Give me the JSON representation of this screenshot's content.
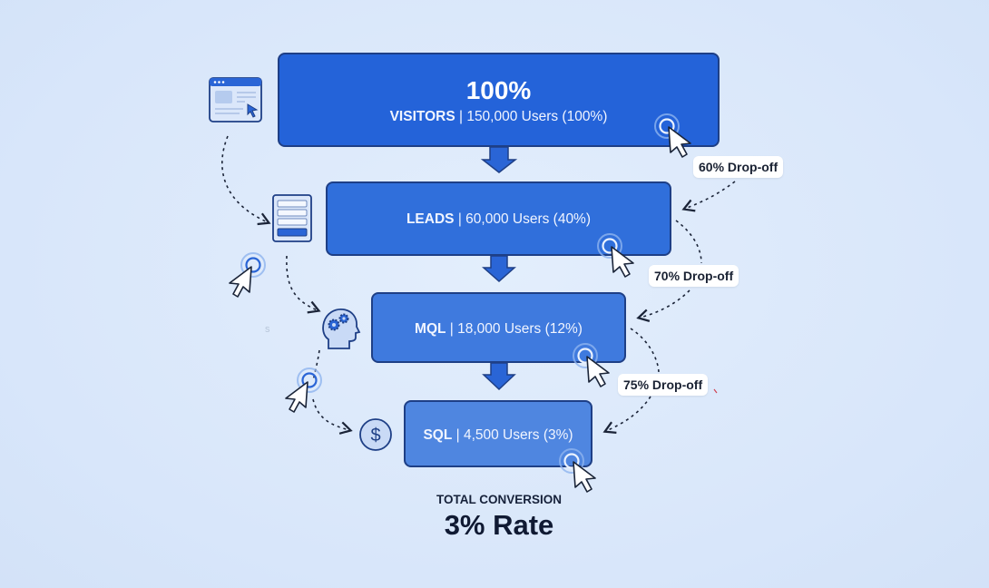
{
  "colors": {
    "background": "#dce9fb",
    "stage_visitors": "#2463d9",
    "stage_leads": "#306fdb",
    "stage_mql": "#3f7ade",
    "stage_sql": "#4f86e0",
    "border": "#1e3f86",
    "text_dark": "#101a33"
  },
  "funnel": {
    "stages": [
      {
        "headline": "100%",
        "name": "VISITORS",
        "detail": "| 150,000 Users (100%)",
        "users": 150000,
        "percent": 100
      },
      {
        "name": "LEADS",
        "detail": "| 60,000 Users (40%)",
        "users": 60000,
        "percent": 40
      },
      {
        "name": "MQL",
        "detail": "| 18,000 Users (12%)",
        "users": 18000,
        "percent": 12
      },
      {
        "name": "SQL",
        "detail": "| 4,500 Users (3%)",
        "users": 4500,
        "percent": 3
      }
    ],
    "dropoffs": [
      {
        "label": "60% Drop-off",
        "value": 60
      },
      {
        "label": "70% Drop-off",
        "value": 70
      },
      {
        "label": "75% Drop-off",
        "value": 75
      }
    ]
  },
  "total": {
    "label": "TOTAL CONVERSION",
    "value": "3% Rate"
  },
  "ghost_text": "s",
  "icons": [
    "browser-window-icon",
    "form-icon",
    "brain-gears-icon",
    "dollar-coin-icon",
    "cursor-click-icon"
  ]
}
